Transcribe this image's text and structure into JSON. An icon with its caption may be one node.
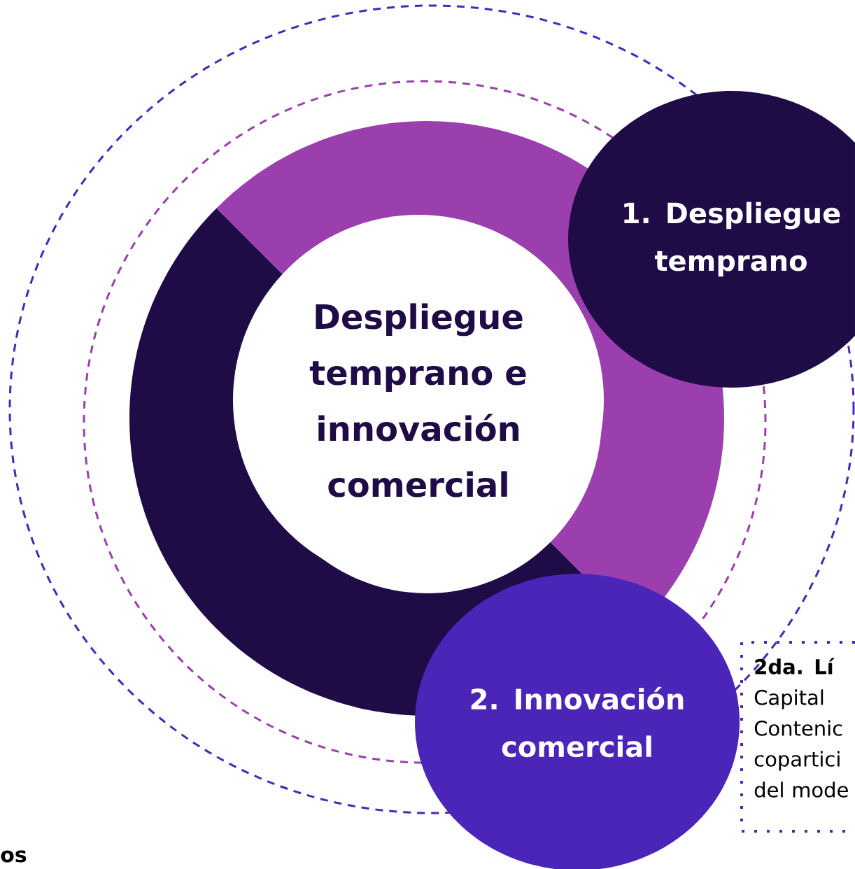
{
  "diagram": {
    "nodes": [
      {
        "text": [
          "Despliegue temprano e innovación comercial"
        ]
      },
      {
        "text": [
          "1. Despliegue temprano"
        ]
      },
      {
        "text": [
          "2. Innovación comercial"
        ]
      },
      {
        "text": [
          "2da.  Lí",
          "Capital Contenic copartici del mode"
        ]
      }
    ],
    "labels": [
      "os"
    ]
  }
}
